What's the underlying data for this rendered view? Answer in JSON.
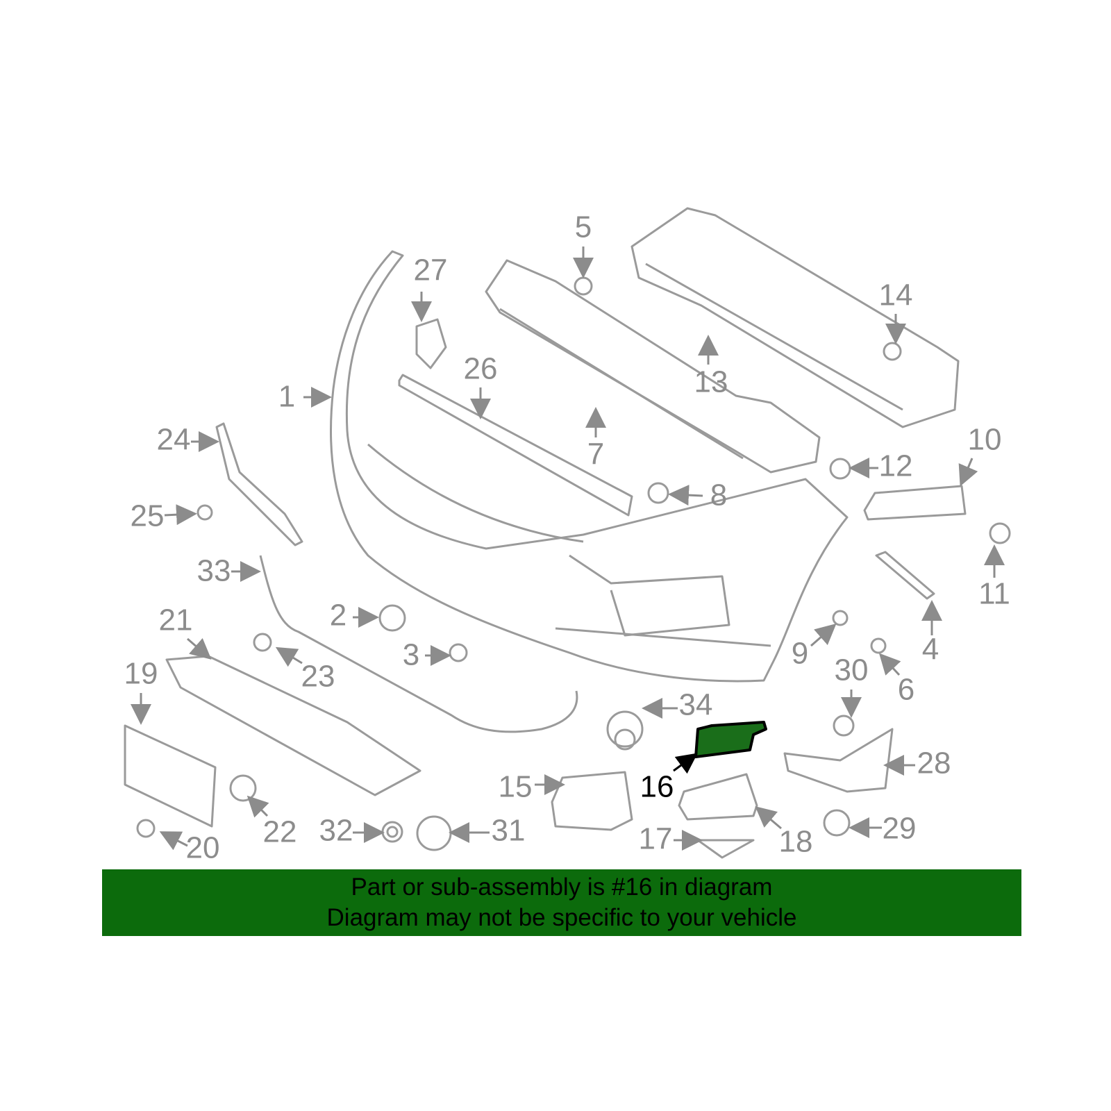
{
  "diagram": {
    "callouts": [
      "1",
      "2",
      "3",
      "4",
      "5",
      "6",
      "7",
      "8",
      "9",
      "10",
      "11",
      "12",
      "13",
      "14",
      "15",
      "16",
      "17",
      "18",
      "19",
      "20",
      "21",
      "22",
      "23",
      "24",
      "25",
      "26",
      "27",
      "28",
      "29",
      "30",
      "31",
      "32",
      "33",
      "34"
    ],
    "highlighted_part": "16",
    "highlight_color": "#1a6e1a"
  },
  "banner": {
    "line1": "Part or sub-assembly is #16 in diagram",
    "line2": "Diagram may not be specific to your vehicle",
    "color": "#0c6b0c"
  }
}
